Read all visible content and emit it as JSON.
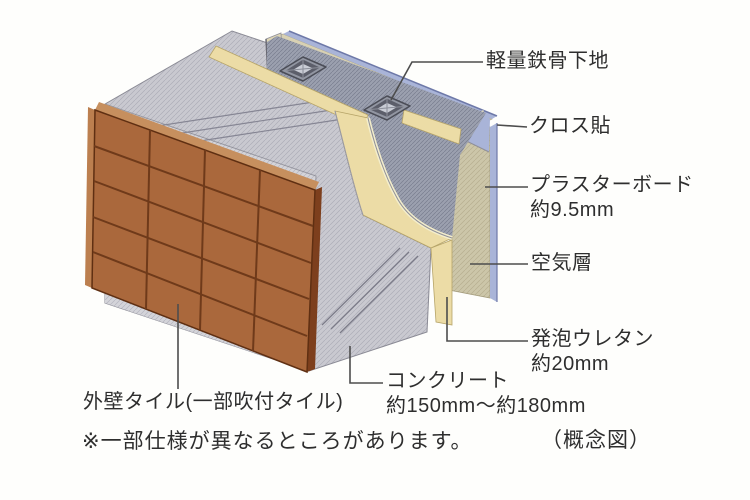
{
  "figure": {
    "type": "wall-section-diagram",
    "caption": "（概念図）",
    "note": "※一部仕様が異なるところがあります。",
    "layers": [
      {
        "id": "steel_frame",
        "label": "軽量鉄骨下地",
        "size": "",
        "color": "#9296a2"
      },
      {
        "id": "cloth",
        "label": "クロス貼",
        "size": "",
        "color": "#a9b4d8"
      },
      {
        "id": "plasterboard",
        "label": "プラスターボード",
        "size": "約9.5mm",
        "color": "#ccc6a9"
      },
      {
        "id": "air_layer",
        "label": "空気層",
        "size": "",
        "color": "#9ba0af"
      },
      {
        "id": "urethane",
        "label": "発泡ウレタン",
        "size": "約20mm",
        "color": "#ecdca6"
      },
      {
        "id": "concrete",
        "label": "コンクリート",
        "size": "約150mm～約180mm",
        "color": "#c9c9d0"
      },
      {
        "id": "tile",
        "label": "外壁タイル(一部吹付タイル)",
        "size": "",
        "color": "#aa683c"
      }
    ]
  }
}
